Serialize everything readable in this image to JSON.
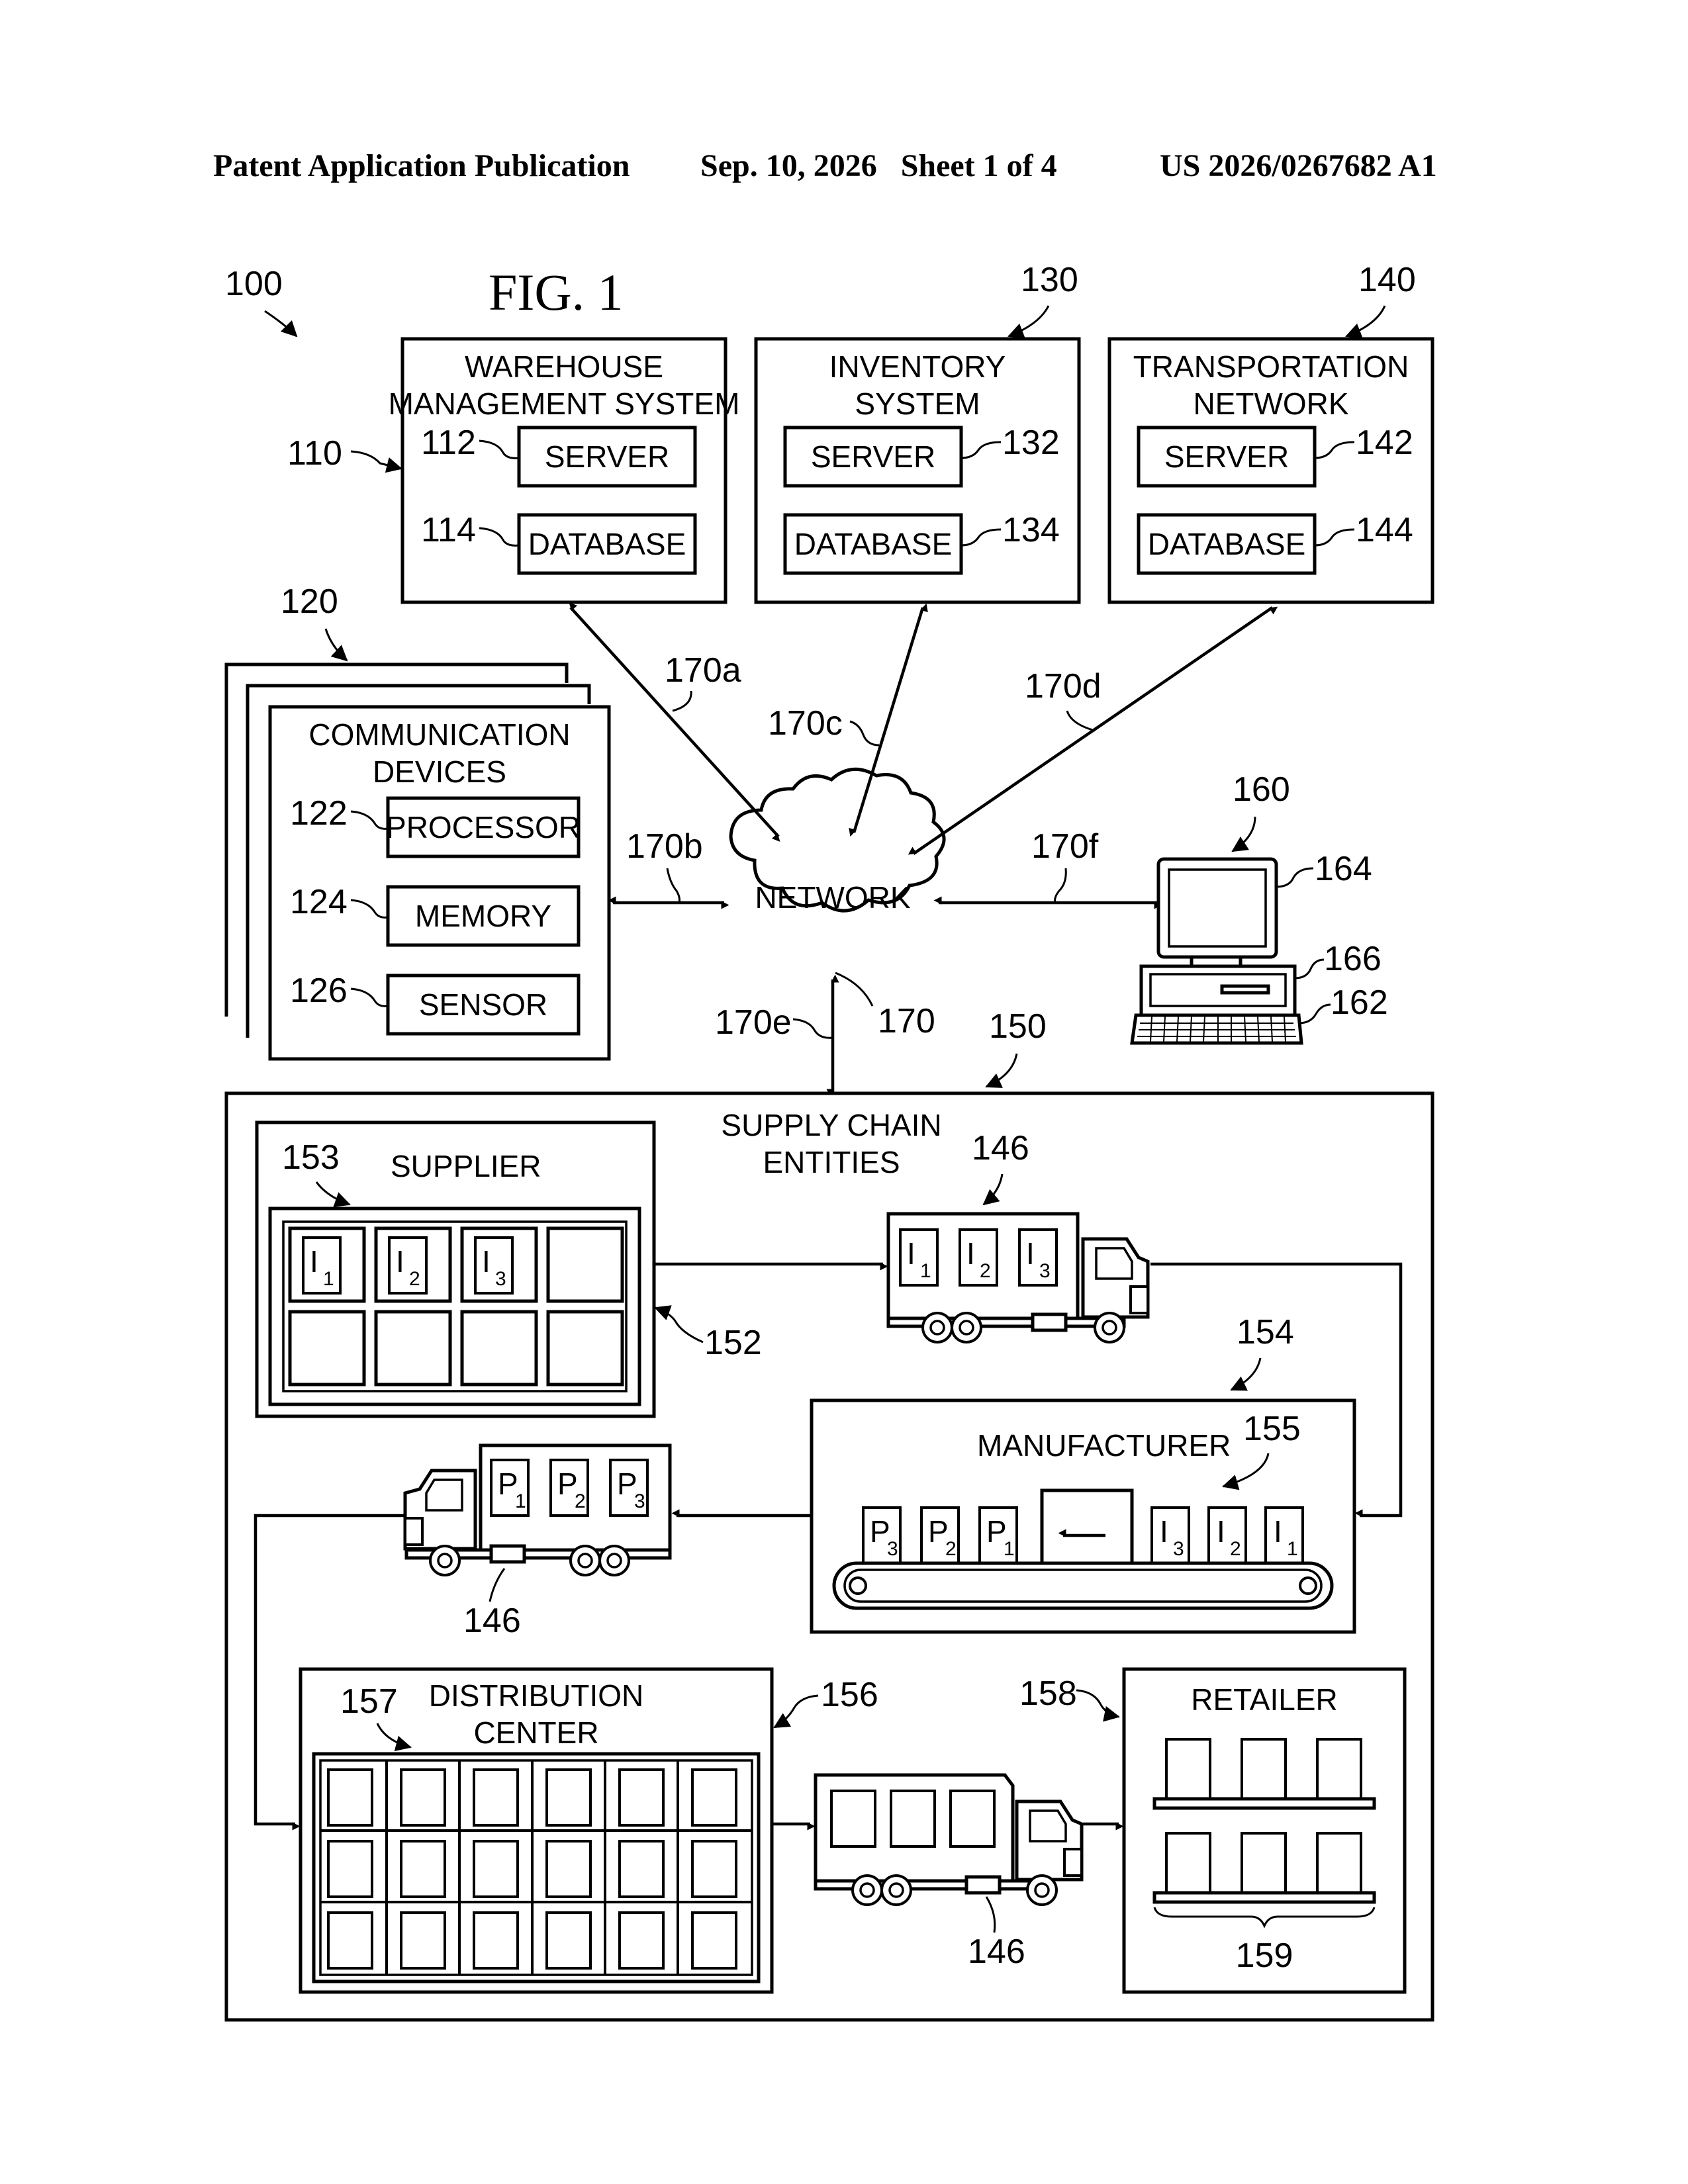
{
  "header": {
    "left": "Patent Application Publication",
    "center": "Sep. 10, 2026   Sheet 1 of 4",
    "right": "US 2026/0267682 A1"
  },
  "figure": {
    "title": "FIG. 1",
    "system_ref": "100"
  },
  "warehouse": {
    "ref": "110",
    "title_lines": [
      "WAREHOUSE",
      "MANAGEMENT SYSTEM"
    ],
    "server_label": "SERVER",
    "server_ref": "112",
    "database_label": "DATABASE",
    "database_ref": "114"
  },
  "inventory": {
    "ref": "130",
    "title_lines": [
      "INVENTORY",
      "SYSTEM"
    ],
    "server_label": "SERVER",
    "server_ref": "132",
    "database_label": "DATABASE",
    "database_ref": "134"
  },
  "transport": {
    "ref": "140",
    "title_lines": [
      "TRANSPORTATION",
      "NETWORK"
    ],
    "server_label": "SERVER",
    "server_ref": "142",
    "database_label": "DATABASE",
    "database_ref": "144"
  },
  "devices": {
    "ref": "120",
    "title_lines": [
      "COMMUNICATION",
      "DEVICES"
    ],
    "processor_label": "PROCESSOR",
    "processor_ref": "122",
    "memory_label": "MEMORY",
    "memory_ref": "124",
    "sensor_label": "SENSOR",
    "sensor_ref": "126"
  },
  "network": {
    "label": "NETWORK",
    "ref": "170",
    "links": [
      "170a",
      "170b",
      "170c",
      "170d",
      "170e",
      "170f"
    ]
  },
  "computer": {
    "ref": "160",
    "monitor_ref": "164",
    "tower_ref": "166",
    "keyboard_ref": "162"
  },
  "supply_chain": {
    "ref": "150",
    "title_lines": [
      "SUPPLY CHAIN",
      "ENTITIES"
    ],
    "truck_ref": "146",
    "supplier": {
      "label": "SUPPLIER",
      "ref": "152",
      "rack_ref": "153",
      "items": [
        {
          "letter": "I",
          "sub": "1"
        },
        {
          "letter": "I",
          "sub": "2"
        },
        {
          "letter": "I",
          "sub": "3"
        }
      ]
    },
    "manufacturer": {
      "label": "MANUFACTURER",
      "ref": "154",
      "conveyor_ref": "155",
      "products": [
        {
          "letter": "P",
          "sub": "3"
        },
        {
          "letter": "P",
          "sub": "2"
        },
        {
          "letter": "P",
          "sub": "1"
        }
      ],
      "items": [
        {
          "letter": "I",
          "sub": "3"
        },
        {
          "letter": "I",
          "sub": "2"
        },
        {
          "letter": "I",
          "sub": "1"
        }
      ]
    },
    "truck_items": [
      {
        "letter": "I",
        "sub": "1"
      },
      {
        "letter": "I",
        "sub": "2"
      },
      {
        "letter": "I",
        "sub": "3"
      }
    ],
    "truck_products": [
      {
        "letter": "P",
        "sub": "1"
      },
      {
        "letter": "P",
        "sub": "2"
      },
      {
        "letter": "P",
        "sub": "3"
      }
    ],
    "distribution": {
      "title_lines": [
        "DISTRIBUTION",
        "CENTER"
      ],
      "ref": "156",
      "rack_ref": "157"
    },
    "retailer": {
      "label": "RETAILER",
      "ref": "158",
      "shelf_ref": "159"
    }
  }
}
